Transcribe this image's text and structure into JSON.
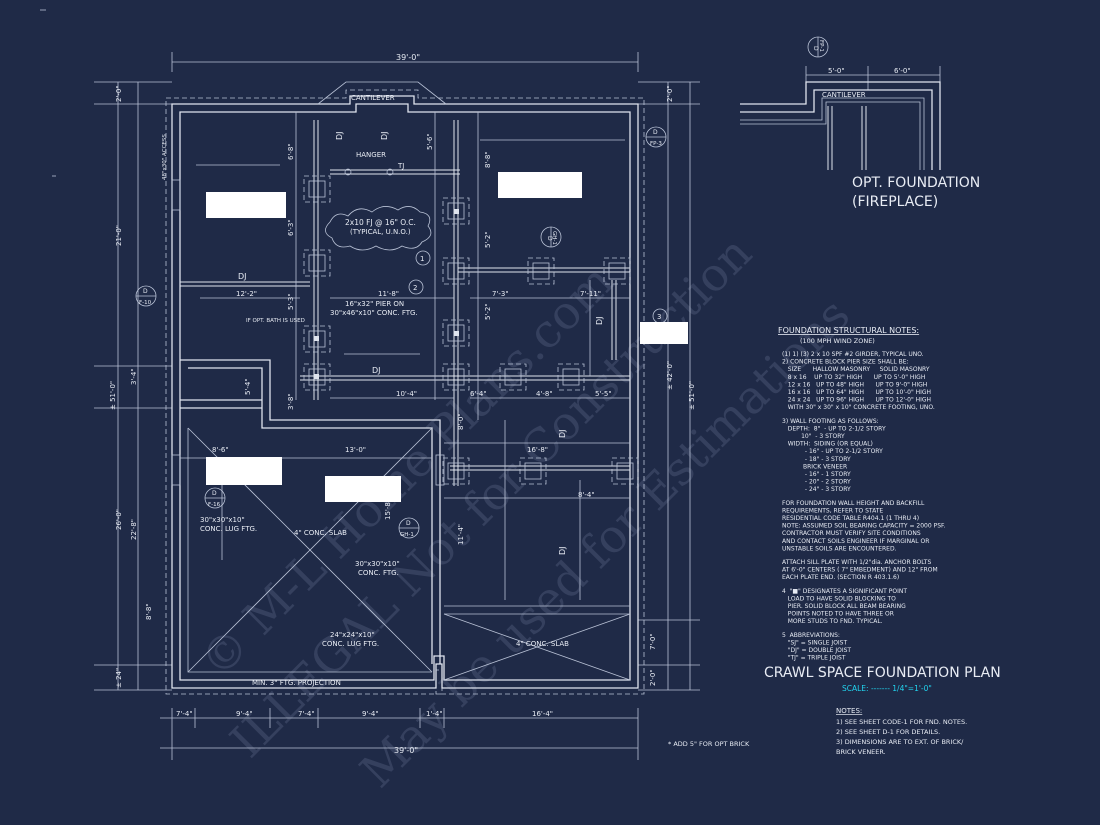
{
  "sheet": {
    "plan_title": "CRAWL SPACE FOUNDATION PLAN",
    "scale_label": "SCALE: ------- 1/4\"=1'-0\""
  },
  "fireplace": {
    "title_line1": "OPT. FOUNDATION",
    "title_line2": "(FIREPLACE)",
    "cantilever": "CANTILEVER",
    "dim_left": "5'-0\"",
    "dim_right": "6'-0\"",
    "callout_letter": "D",
    "callout_ref": "FP-1"
  },
  "dims": {
    "top_overall": "39'-0\"",
    "bottom_overall": "39'-0\"",
    "left_top": "2'-0\"",
    "left_upper": "21'-0\"",
    "left_overall": "± 51'-0\"",
    "left_mid": "3'-4\"",
    "left_low": "26'-0\"",
    "left_low2": "22'-8\"",
    "left_low3": "8'-8\"",
    "left_bottom": "± 24\"",
    "right_top": "2'-0\"",
    "right_upper": "± 42'-0\"",
    "right_overall": "± 51'-0\"",
    "right_low": "7'-0\"",
    "right_bottom": "2'-0\"",
    "bottom_1": "7'-4\"",
    "bottom_2": "9'-4\"",
    "bottom_3": "7'-4\"",
    "bottom_4": "9'-4\"",
    "bottom_5": "1'-4\"",
    "bottom_6": "16'-4\"",
    "i_6_8": "6'-8\"",
    "i_6_3": "6'-3\"",
    "i_5_6": "5'-6\"",
    "i_8_8": "8'-8\"",
    "i_5_2": "5'-2\"",
    "i_12_2": "12'-2\"",
    "i_11_8": "11'-8\"",
    "i_5_3": "5'-3\"",
    "i_7_3": "7'-3\"",
    "i_7_11": "7'-11\"",
    "i_5_2b": "5'-2\"",
    "i_10_4": "10'-4\"",
    "i_6_4": "6'-4\"",
    "i_4_8": "4'-8\"",
    "i_5_5": "5'-5\"",
    "i_3_8": "3'-8\"",
    "i_5_4": "5'-4\"",
    "i_8_6": "8'-6\"",
    "i_13_0": "13'-0\"",
    "i_8_0": "8'-0\"",
    "i_16_8": "16'-8\"",
    "i_8_4": "8'-4\"",
    "i_15_8": "15'-8\"",
    "i_11_4": "11'-4\""
  },
  "plan_labels": {
    "cantilever": "CANTILEVER",
    "hanger": "HANGER",
    "tj": "TJ",
    "dj1": "DJ",
    "dj2": "DJ",
    "dj3": "DJ",
    "dj4": "DJ",
    "dj5": "DJ",
    "dj6": "DJ",
    "dj7": "DJ",
    "cloud_line1": "2x10 FJ @ 16\" O.C.",
    "cloud_line2": "(TYPICAL, U.N.O.)",
    "pier_line1": "16\"x32\" PIER ON",
    "pier_line2": "30\"x46\"x10\" CONC. FTG.",
    "opt_bath": "IF OPT. BATH IS USED",
    "slab_left": "4\" CONC. SLAB",
    "slab_right": "4\" CONC. SLAB",
    "ftg_left_line1": "30\"x30\"x10\"",
    "ftg_left_line2": "CONC. LUG FTG.",
    "ftg_mid_line1": "30\"x30\"x10\"",
    "ftg_mid_line2": "CONC. FTG.",
    "ftg_bot_line1": "24\"x24\"x10\"",
    "ftg_bot_line2": "CONC. LUG FTG.",
    "min_ftg": "MIN. 3\" FTG. PROJECTION",
    "access": "48\"x30\" ACCESS",
    "add_brick": "* ADD 5\" FOR OPT BRICK",
    "tag_1": "1",
    "tag_2": "2",
    "tag_3": "3"
  },
  "callouts": {
    "d": "D",
    "fp3": "FP-3",
    "f10": "F-10",
    "f16": "F-16",
    "gh1": "GH-1",
    "gh1b": "GH-1"
  },
  "notes": {
    "title": "FOUNDATION STRUCTURAL NOTES:",
    "subtitle": "(100 MPH WIND ZONE)",
    "lines": [
      "(1) 1) (3) 2 x 10 SPF #2 GIRDER, TYPICAL UNO.",
      "2) CONCRETE BLOCK PIER SIZE SHALL BE:",
      "   SIZE      HALLOW MASONRY     SOLID MASONRY",
      "   8 x 16    UP TO 32\" HIGH      UP TO 5'-0\" HIGH",
      "   12 x 16   UP TO 48\" HIGH      UP TO 9'-0\" HIGH",
      "   16 x 16   UP TO 64\" HIGH      UP TO 10'-0\" HIGH",
      "   24 x 24   UP TO 96\" HIGH      UP TO 12'-0\" HIGH",
      "   WITH 30\" x 30\" x 10\" CONCRETE FOOTING, UNO.",
      "3) WALL FOOTING AS FOLLOWS:",
      "   DEPTH:  8\"  - UP TO 2-1/2 STORY",
      "          10\"  - 3 STORY",
      "   WIDTH:  SIDING (OR EQUAL)",
      "            - 16\" - UP TO 2-1/2 STORY",
      "            - 18\" - 3 STORY",
      "           BRICK VENEER",
      "            - 16\" - 1 STORY",
      "            - 20\" - 2 STORY",
      "            - 24\" - 3 STORY",
      "FOR FOUNDATION WALL HEIGHT AND BACKFILL",
      "REQUIREMENTS, REFER TO STATE",
      "RESIDENTIAL CODE TABLE R404.1 (1 THRU 4)",
      "NOTE: ASSUMED SOIL BEARING CAPACITY = 2000 PSF.",
      "CONTRACTOR MUST VERIFY SITE CONDITIONS",
      "AND CONTACT SOILS ENGINEER IF MARGINAL OR",
      "UNSTABLE SOILS ARE ENCOUNTERED.",
      "ATTACH SILL PLATE WITH 1/2\"dia. ANCHOR BOLTS",
      "AT 6'-0\" CENTERS ( 7\" EMBEDMENT) AND 12\" FROM",
      "EACH PLATE END. (SECTION R 403.1.6)",
      "4  \"■\" DESIGNATES A SIGNIFICANT POINT",
      "   LOAD TO HAVE SOLID BLOCKING TO",
      "   PIER. SOLID BLOCK ALL BEAM BEARING",
      "   POINTS NOTED TO HAVE THREE OR",
      "   MORE STUDS TO FND. TYPICAL.",
      "5  ABBREVIATIONS:",
      "   \"SJ\" = SINGLE JOIST",
      "   \"DJ\" = DOUBLE JOIST",
      "   \"TJ\" = TRIPLE JOIST"
    ]
  },
  "bottom_notes": {
    "title": "NOTES:",
    "n1": "1)  SEE SHEET CODE-1 FOR FND. NOTES.",
    "n2": "2)  SEE SHEET D-1 FOR DETAILS.",
    "n3": "3)  DIMENSIONS ARE TO EXT. OF BRICK/",
    "n4": "     BRICK VENEER."
  },
  "watermark": {
    "line1": "© M-L Home Plans.com",
    "line2": "ILLEGAL Not for Construction",
    "line3": "May be used for Estimations"
  }
}
